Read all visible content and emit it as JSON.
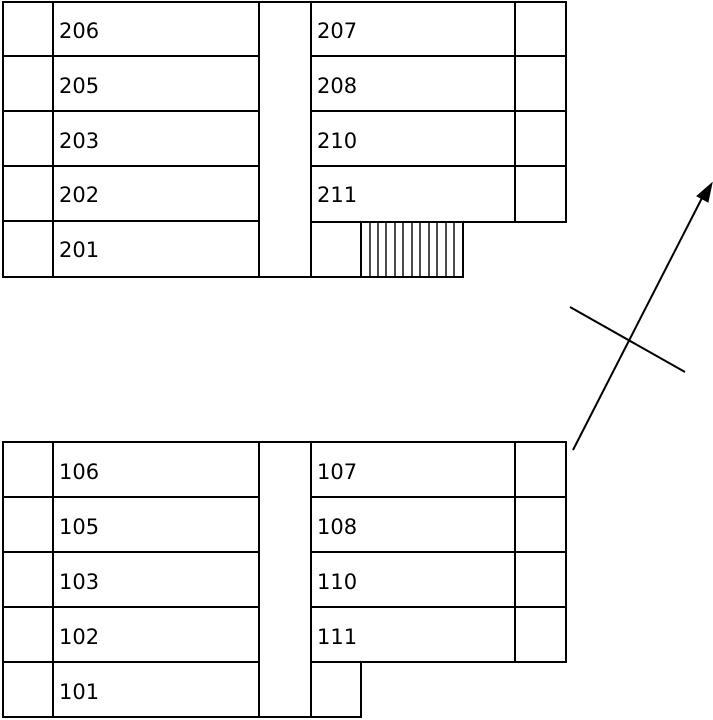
{
  "floor2": {
    "left_rooms": [
      "206",
      "205",
      "203",
      "202",
      "201"
    ],
    "right_rooms": [
      "207",
      "208",
      "210",
      "211"
    ]
  },
  "floor1": {
    "left_rooms": [
      "106",
      "105",
      "103",
      "102",
      "101"
    ],
    "right_rooms": [
      "107",
      "108",
      "110",
      "111"
    ]
  },
  "colors": {
    "line": "#000000",
    "background": "#ffffff"
  },
  "icons": {
    "north": "north-arrow-icon",
    "stairs": "stairs-icon"
  }
}
